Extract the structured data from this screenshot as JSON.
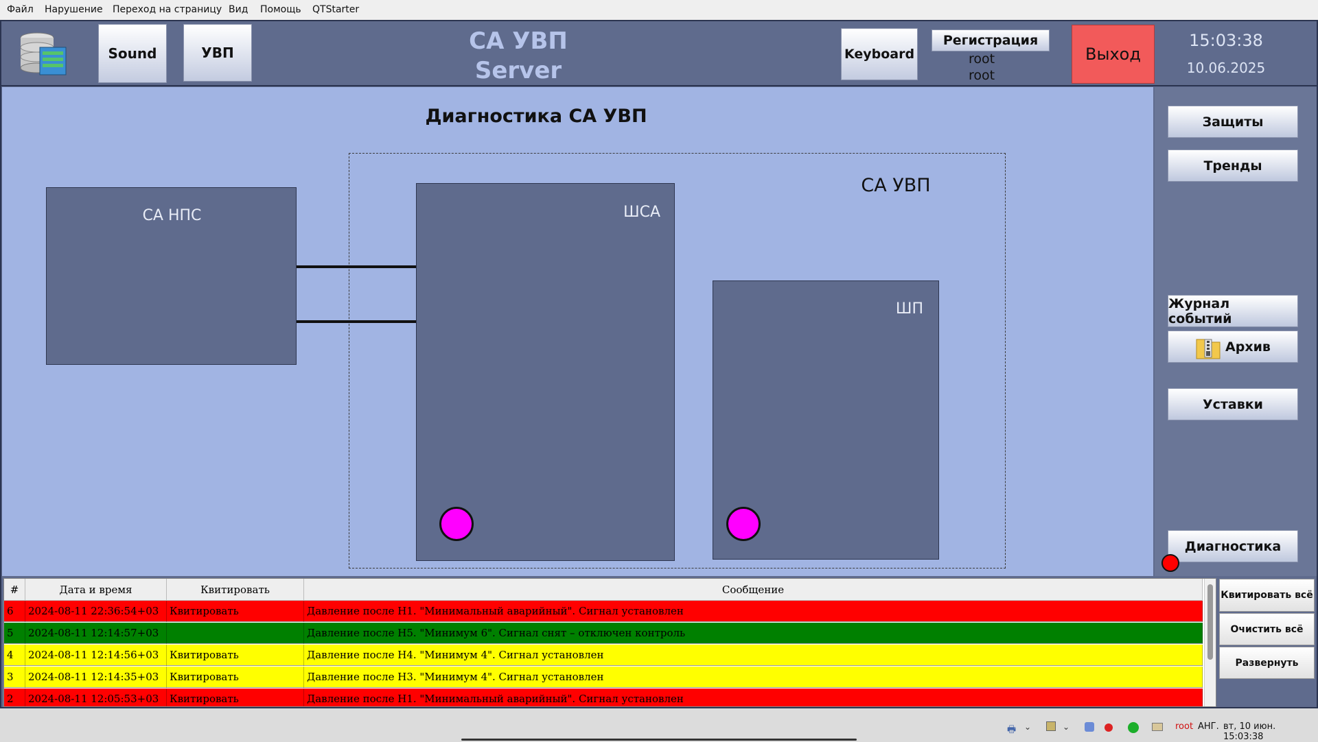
{
  "menubar": {
    "items": [
      {
        "label": "Файл"
      },
      {
        "label": "Нарушение"
      },
      {
        "label": "Переход на страницу"
      },
      {
        "label": "Вид"
      },
      {
        "label": "Помощь"
      },
      {
        "label": "QTStarter"
      }
    ]
  },
  "header": {
    "app_icon": "database-icon",
    "sound_label": "Sound",
    "uvp_label": "УВП",
    "title_line1": "СА УВП",
    "title_line2": "Server",
    "keyboard_label": "Keyboard",
    "register_label": "Регистрация",
    "user_line1": "root",
    "user_line2": "root",
    "exit_label": "Выход",
    "time": "15:03:38",
    "date": "10.06.2025",
    "exit_color": "#f25a5a",
    "title_color": "#b6c4ea"
  },
  "diagram": {
    "title": "Диагностика СА УВП",
    "cabinet_nps": "СА НПС",
    "group_label": "СА УВП",
    "cabinet_shsa": "ШСА",
    "cabinet_shp": "ШП",
    "status_color": "#ff00ff"
  },
  "right_panel": {
    "protections": "Защиты",
    "trends": "Тренды",
    "event_log": "Журнал событий",
    "archive": "Архив",
    "archive_icon": "zip-folder-icon",
    "setpoints": "Уставки",
    "diagnostics": "Диагностика",
    "alarm_color": "#ff0000"
  },
  "events": {
    "columns": [
      "#",
      "Дата и время",
      "Квитировать",
      "Сообщение"
    ],
    "rows": [
      {
        "num": "6",
        "datetime": "2024-08-11 22:36:54+03",
        "ack": "Квитировать",
        "message": "Давление после Н1. \"Минимальный аварийный\". Сигнал установлен",
        "color": "#ff0000"
      },
      {
        "num": "5",
        "datetime": "2024-08-11 12:14:57+03",
        "ack": "",
        "message": "Давление после Н5. \"Минимум 6\". Сигнал снят – отключен контроль",
        "color": "#008000"
      },
      {
        "num": "4",
        "datetime": "2024-08-11 12:14:56+03",
        "ack": "Квитировать",
        "message": "Давление после Н4. \"Минимум 4\". Сигнал установлен",
        "color": "#ffff00"
      },
      {
        "num": "3",
        "datetime": "2024-08-11 12:14:35+03",
        "ack": "Квитировать",
        "message": "Давление после Н3. \"Минимум 4\". Сигнал установлен",
        "color": "#ffff00"
      },
      {
        "num": "2",
        "datetime": "2024-08-11 12:05:53+03",
        "ack": "Квитировать",
        "message": "Давление после Н1. \"Минимальный аварийный\". Сигнал установлен",
        "color": "#ff0000"
      }
    ],
    "ack_all": "Квитировать всё",
    "clear_all": "Очистить всё",
    "expand": "Развернуть"
  },
  "taskbar": {
    "user": "root",
    "layout": "АНГ.",
    "datetime": "вт, 10 июн. 15:03:38"
  }
}
